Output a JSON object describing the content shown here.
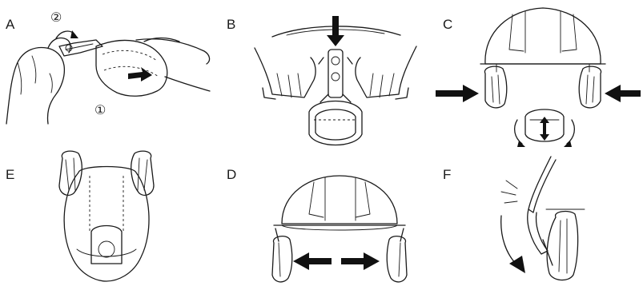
{
  "panels": {
    "A": {
      "label": "A",
      "step1": "①",
      "step2": "②"
    },
    "B": {
      "label": "B"
    },
    "C": {
      "label": "C"
    },
    "D": {
      "label": "D"
    },
    "E": {
      "label": "E"
    },
    "F": {
      "label": "F"
    }
  },
  "arrow_icon": "arrow-icon",
  "line_color": "#1a1a1a"
}
